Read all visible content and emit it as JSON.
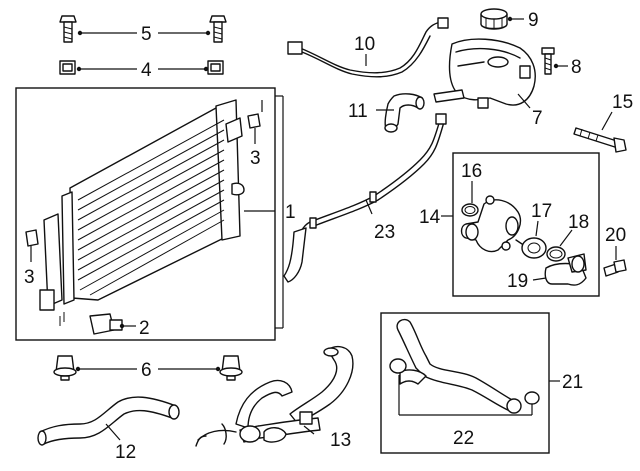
{
  "callouts": [
    {
      "id": "1",
      "text": "1"
    },
    {
      "id": "2",
      "text": "2"
    },
    {
      "id": "3a",
      "text": "3"
    },
    {
      "id": "3b",
      "text": "3"
    },
    {
      "id": "4",
      "text": "4"
    },
    {
      "id": "5",
      "text": "5"
    },
    {
      "id": "6",
      "text": "6"
    },
    {
      "id": "7",
      "text": "7"
    },
    {
      "id": "8",
      "text": "8"
    },
    {
      "id": "9",
      "text": "9"
    },
    {
      "id": "10",
      "text": "10"
    },
    {
      "id": "11",
      "text": "11"
    },
    {
      "id": "12",
      "text": "12"
    },
    {
      "id": "13",
      "text": "13"
    },
    {
      "id": "14",
      "text": "14"
    },
    {
      "id": "15",
      "text": "15"
    },
    {
      "id": "16",
      "text": "16"
    },
    {
      "id": "17",
      "text": "17"
    },
    {
      "id": "18",
      "text": "18"
    },
    {
      "id": "19",
      "text": "19"
    },
    {
      "id": "20",
      "text": "20"
    },
    {
      "id": "21",
      "text": "21"
    },
    {
      "id": "22",
      "text": "22"
    },
    {
      "id": "23",
      "text": "23"
    }
  ]
}
